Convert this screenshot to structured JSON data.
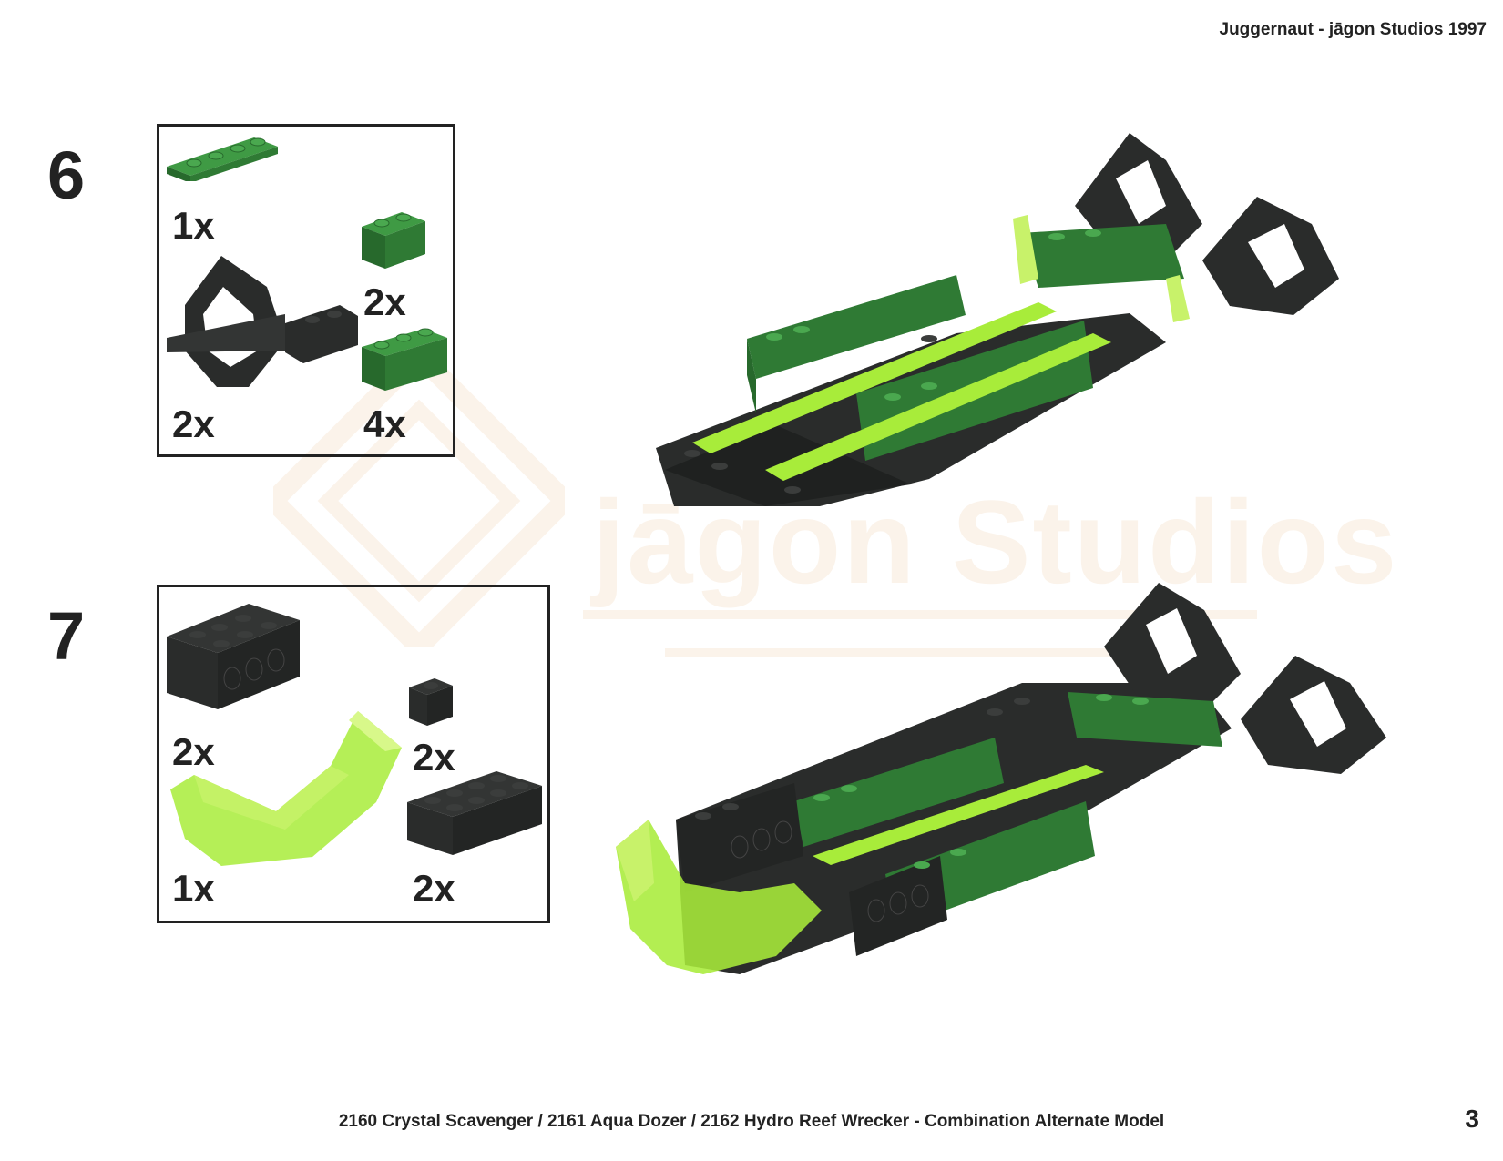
{
  "header": {
    "title": "Juggernaut - jāgon Studios 1997"
  },
  "watermark": {
    "text": "jāgon Studios"
  },
  "steps": [
    {
      "number": "6",
      "parts": [
        {
          "qty": "1x",
          "icon": "green-plate-1x4-icon"
        },
        {
          "qty": "2x",
          "icon": "green-brick-1x2-icon"
        },
        {
          "qty": "2x",
          "icon": "black-engine-cage-icon"
        },
        {
          "qty": "4x",
          "icon": "green-brick-1x3-icon"
        }
      ]
    },
    {
      "number": "7",
      "parts": [
        {
          "qty": "2x",
          "icon": "black-brick-2x3-holes-icon"
        },
        {
          "qty": "2x",
          "icon": "black-brick-1x1-icon"
        },
        {
          "qty": "1x",
          "icon": "lime-windscreen-icon"
        },
        {
          "qty": "2x",
          "icon": "black-brick-2x4-icon"
        }
      ]
    }
  ],
  "colors": {
    "dark_green": "#2f7a34",
    "black_brick": "#2a2c2b",
    "lime": "#a8ec3a",
    "frame": "#222222"
  },
  "footer": {
    "title": "2160 Crystal Scavenger / 2161 Aqua Dozer / 2162 Hydro Reef Wrecker - Combination Alternate Model",
    "page_number": "3"
  }
}
